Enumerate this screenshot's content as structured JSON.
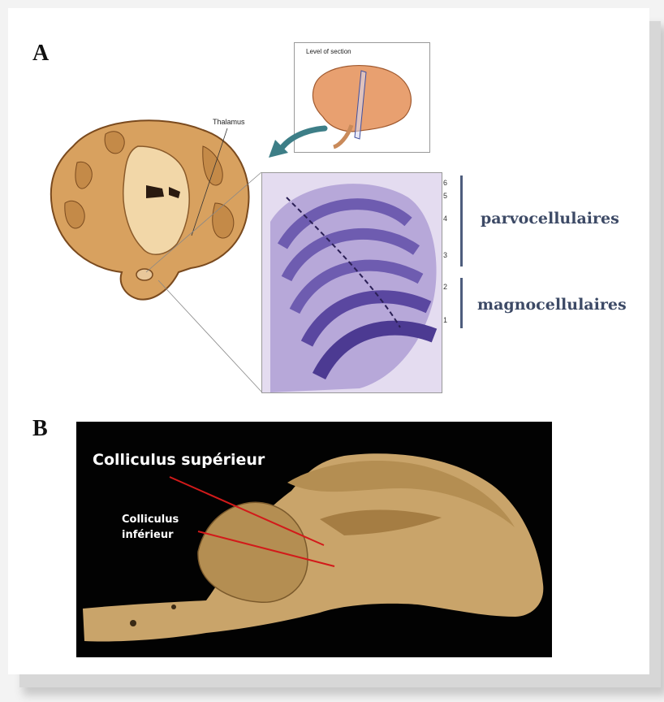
{
  "panel_a": {
    "letter": "A",
    "inset_title": "Level of section",
    "thalamus_label": "Thalamus",
    "layer_numbers": [
      "6",
      "5",
      "4",
      "3",
      "2",
      "1"
    ],
    "parvo_label": "parvocellulaires",
    "magno_label": "magnocellulaires"
  },
  "panel_b": {
    "letter": "B",
    "superior_label": "Colliculus supérieur",
    "inferior_label_line1": "Colliculus",
    "inferior_label_line2": "inférieur"
  },
  "colors": {
    "label_text": "#3d4a66",
    "bracket_bar": "#4e5d7d",
    "pointer_line": "#d21a1a",
    "arrow": "#3d7e87",
    "stain": "#7d6cb8"
  }
}
